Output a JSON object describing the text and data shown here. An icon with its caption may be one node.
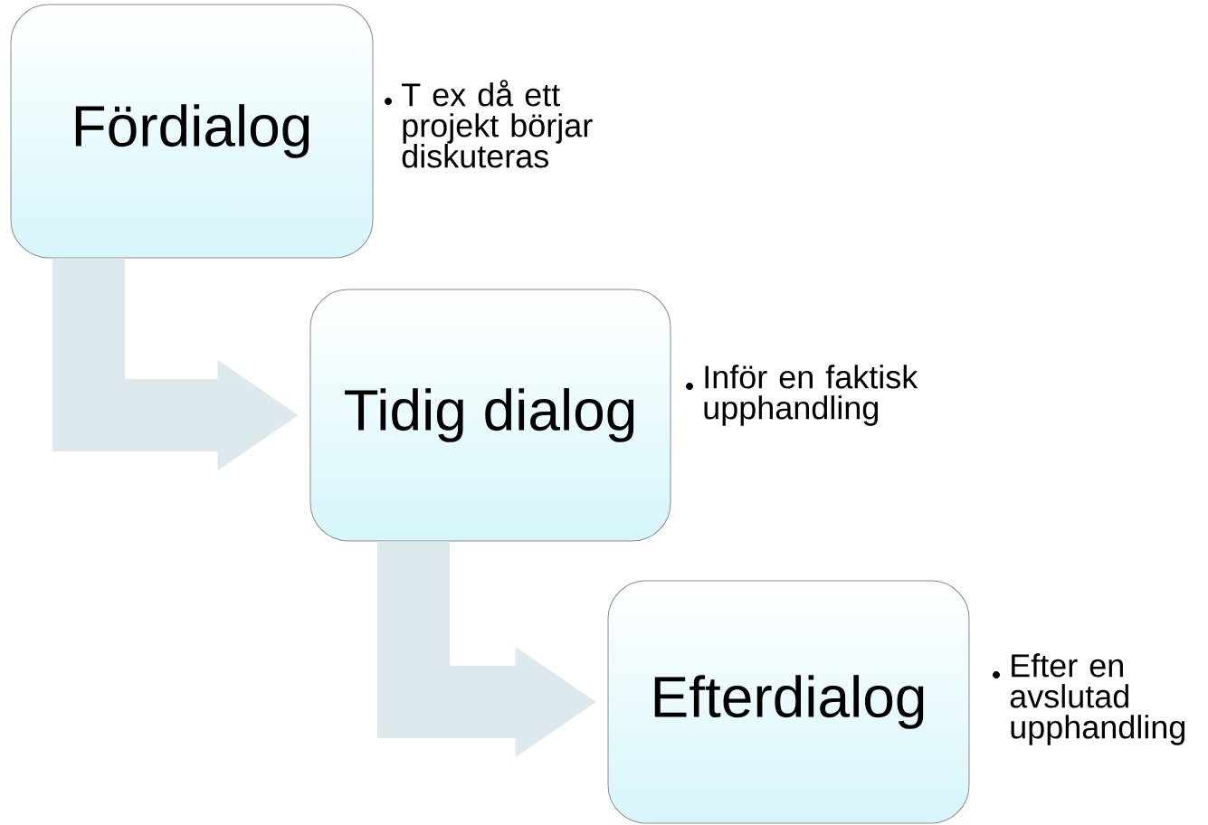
{
  "diagram": {
    "nodes": [
      {
        "text": [
          "Fördialog"
        ],
        "beside": [
          "T ex då ett projekt börjar diskuteras"
        ]
      },
      {
        "text": [
          "Tidig dialog"
        ],
        "beside": [
          "Inför en faktisk upphandling"
        ]
      },
      {
        "text": [
          "Efterdialog"
        ],
        "beside": [
          "Efter en avslutad upphandling"
        ]
      }
    ],
    "edges": [
      {
        "from": 0,
        "to": 1,
        "arrow": "to"
      },
      {
        "from": 1,
        "to": 2,
        "arrow": "to"
      }
    ]
  }
}
